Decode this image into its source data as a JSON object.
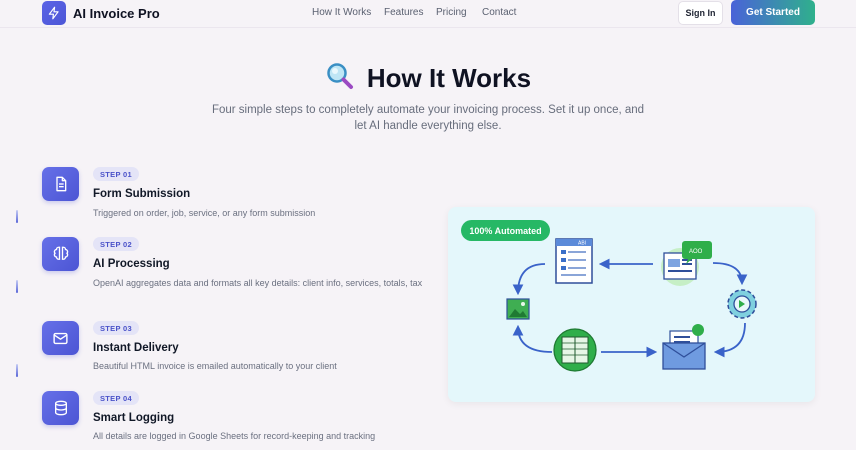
{
  "nav": {
    "brand": "AI Invoice Pro",
    "links": [
      "How It Works",
      "Features",
      "Pricing",
      "Contact"
    ],
    "sign_in": "Sign In",
    "get_started": "Get Started"
  },
  "hero": {
    "emoji": "🔍",
    "title": "How It Works",
    "subtitle": "Four simple steps to completely automate your invoicing process. Set it up once, and let AI handle everything else."
  },
  "steps": [
    {
      "badge": "STEP 01",
      "title": "Form Submission",
      "desc": "Triggered on order, job, service, or any form submission",
      "icon": "document-icon"
    },
    {
      "badge": "STEP 02",
      "title": "AI Processing",
      "desc": "OpenAI aggregates data and formats all key details: client info, services, totals, tax",
      "icon": "brain-icon"
    },
    {
      "badge": "STEP 03",
      "title": "Instant Delivery",
      "desc": "Beautiful HTML invoice is emailed automatically to your client",
      "icon": "mail-icon"
    },
    {
      "badge": "STEP 04",
      "title": "Smart Logging",
      "desc": "All details are logged in Google Sheets for record-keeping and tracking",
      "icon": "database-icon"
    }
  ],
  "illustration": {
    "badge": "100% Automated",
    "invoice_tag": "ABI",
    "chat_text": "AOO"
  },
  "colors": {
    "accent": "#5b63e6",
    "gradient_start": "#4a63d8",
    "gradient_end": "#2fb08c",
    "badge_green": "#26b865",
    "background": "#f6f3f7"
  }
}
